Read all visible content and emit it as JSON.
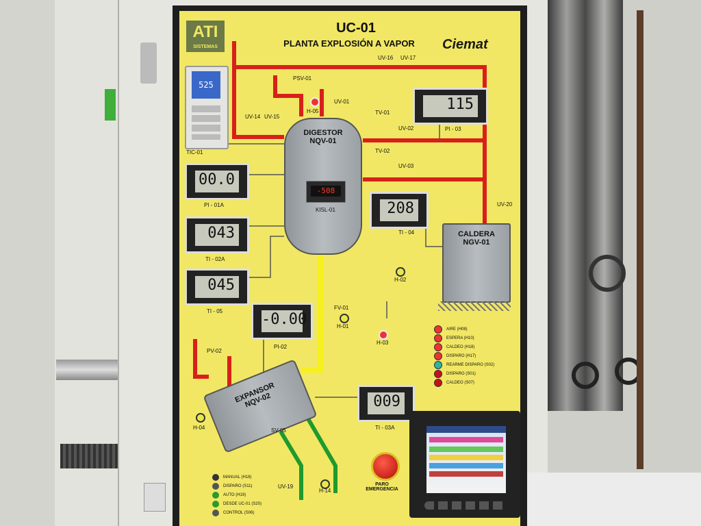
{
  "panel": {
    "title": "UC-01",
    "subtitle": "PLANTA EXPLOSIÓN A VAPOR",
    "logo_left": "ATI",
    "logo_left_sub": "SISTEMAS",
    "logo_right": "Ciemat"
  },
  "tanks": {
    "digestor_line1": "DIGESTOR",
    "digestor_line2": "NQV-01",
    "caldera_line1": "CALDERA",
    "caldera_line2": "NGV-01",
    "expansor_line1": "EXPANSOR",
    "expansor_line2": "NQV-02"
  },
  "controller": {
    "label": "TIC-01",
    "value": "525"
  },
  "kisl": {
    "label": "KISL-01",
    "value": "-508"
  },
  "meters": [
    {
      "id": "pi-03",
      "value": "115",
      "label": "PI - 03"
    },
    {
      "id": "pi-01a",
      "value": "00.0",
      "label": "PI - 01A"
    },
    {
      "id": "ti-04",
      "value": "208",
      "label": "TI - 04"
    },
    {
      "id": "ti-02a",
      "value": "043",
      "label": "TI - 02A"
    },
    {
      "id": "ti-05",
      "value": "045",
      "label": "TI - 05"
    },
    {
      "id": "pi-02",
      "value": "-0.00",
      "label": "PI-02"
    },
    {
      "id": "ti-03a",
      "value": "009",
      "label": "TI - 03A"
    }
  ],
  "valves": {
    "psv01": "PSV-01",
    "uv01": "UV-01",
    "h05": "H-05",
    "uv16": "UV-16",
    "uv17": "UV-17",
    "uv14": "UV-14",
    "uv15": "UV-15",
    "tv01": "TV-01",
    "uv02": "UV-02",
    "tv02": "TV-02",
    "uv03": "UV-03",
    "uv20": "UV-20",
    "fv01": "FV-01",
    "h01": "H-01",
    "h02": "H-02",
    "h03": "H-03",
    "pv02": "PV-02",
    "h04": "H-04",
    "sv05": "SV-05",
    "uv19": "UV-19",
    "h14": "H-14"
  },
  "alarms": [
    "AIRE (H08)",
    "ESPERA (H10)",
    "CALDEO (H18)",
    "DISPARO (H17)",
    "REARME DISPARO (S02)",
    "DISPARO (S01)",
    "CALDEO (S07)"
  ],
  "modes": [
    "MANUAL (H18)",
    "DISPARO (S11)",
    "AUTO (H19)",
    "DESDE UC-01 (S20)",
    "CONTROL (S06)"
  ],
  "estop": {
    "label": "PARO EMERGENCIA"
  },
  "colors": {
    "panel_yellow": "#f1e764",
    "steam_red": "#d8201a",
    "product_yellow": "#f6f020",
    "drain_green": "#1f9a2d"
  }
}
